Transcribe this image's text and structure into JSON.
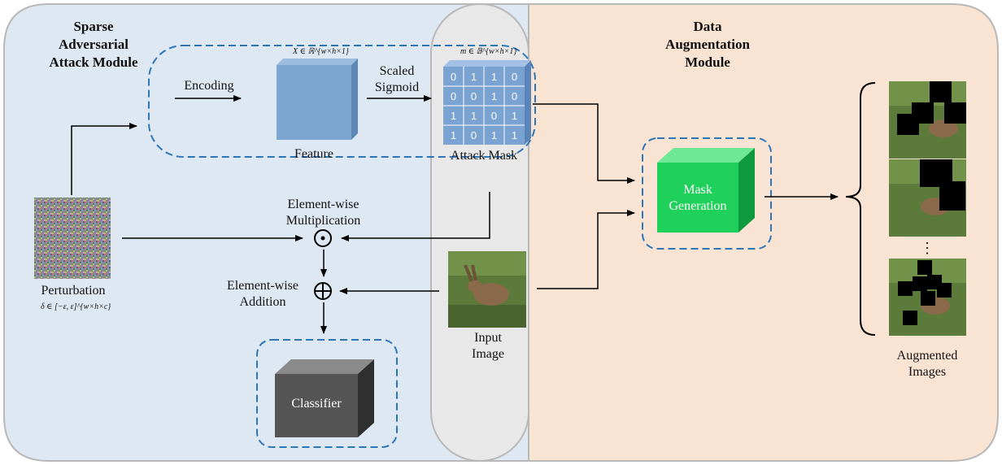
{
  "modules": {
    "sparse_title": [
      "Sparse",
      "Adversarial",
      "Attack Module"
    ],
    "data_aug_title": [
      "Data",
      "Augmentation",
      "Module"
    ]
  },
  "labels": {
    "encoding": "Encoding",
    "scaled_sigmoid": [
      "Scaled",
      "Sigmoid"
    ],
    "feature": "Feature",
    "attack_mask": "Attack Mask",
    "feature_math": "X ∈ ℝ^{w×h×1}",
    "mask_math": "m ∈ 𝔹^{w×h×1}",
    "elementwise_mult": [
      "Element-wise",
      "Multiplication"
    ],
    "elementwise_add": [
      "Element-wise",
      "Addition"
    ],
    "perturbation": "Perturbation",
    "perturbation_math": "δ ∈ [−ε, ε]^{w×h×c}",
    "input_image": [
      "Input",
      "Image"
    ],
    "classifier": "Classifier",
    "mask_generation": [
      "Mask",
      "Generation"
    ],
    "augmented_images": [
      "Augmented",
      "Images"
    ],
    "ellipsis": "⋮"
  },
  "mask_grid": [
    [
      "0",
      "1",
      "1",
      "0"
    ],
    [
      "0",
      "0",
      "1",
      "0"
    ],
    [
      "1",
      "1",
      "0",
      "1"
    ],
    [
      "1",
      "0",
      "1",
      "1"
    ]
  ],
  "colors": {
    "left_bg": "#dde8f3",
    "right_bg": "#f9e3d3",
    "center_bg": "#e8e8e8",
    "feature_blue": "#7ba4d0",
    "mask_blue": "#7aa3d2",
    "mask_green": "#1fd15a",
    "classifier_gray": "#555555",
    "dashed_blue": "#2e75b6"
  }
}
